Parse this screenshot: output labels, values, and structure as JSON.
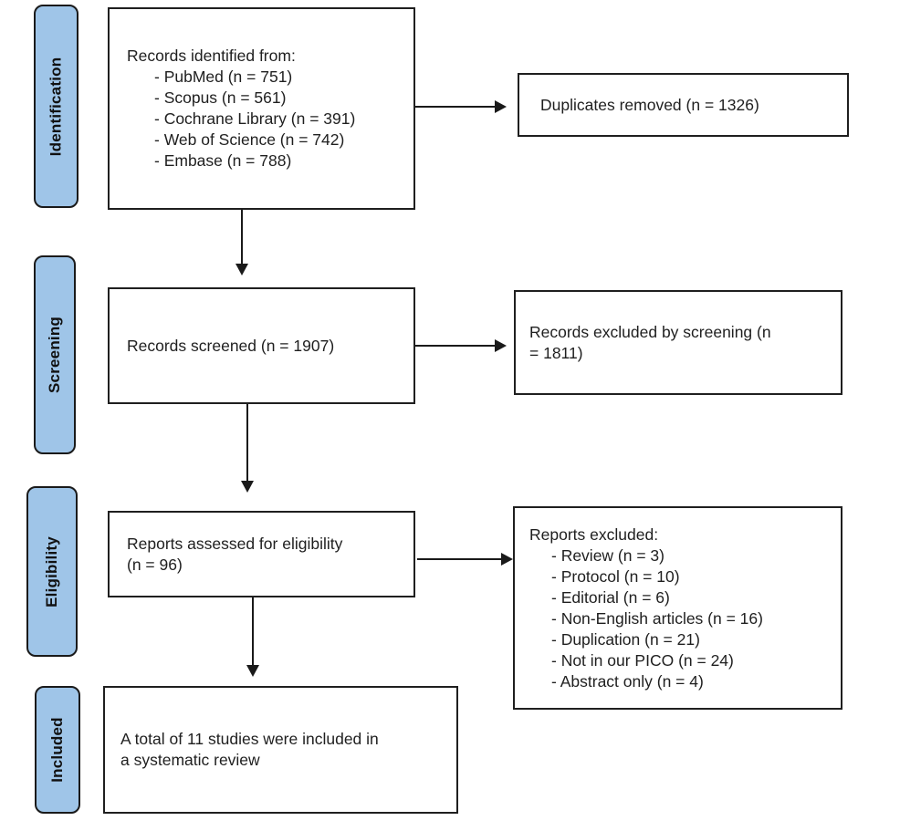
{
  "colors": {
    "stage_fill": "#9fc5e8",
    "stage_border": "#1a1a1a",
    "box_border": "#1f1f1f",
    "arrow": "#1a1a1a",
    "text": "#1f1f1f",
    "background": "#ffffff"
  },
  "stages": [
    {
      "label": "Identification"
    },
    {
      "label": "Screening"
    },
    {
      "label": "Eligibility"
    },
    {
      "label": "Included"
    }
  ],
  "boxes": {
    "identified": {
      "title": "Records identified from:",
      "items": [
        "- PubMed (n = 751)",
        "- Scopus (n = 561)",
        "- Cochrane Library (n = 391)",
        "- Web of Science (n = 742)",
        "- Embase (n = 788)"
      ]
    },
    "duplicates": {
      "text": "Duplicates removed (n = 1326)"
    },
    "screened": {
      "text": "Records screened (n = 1907)"
    },
    "excluded_screening": {
      "lines": [
        "Records excluded by screening (n",
        "= 1811)"
      ]
    },
    "assessed": {
      "lines": [
        "Reports assessed for eligibility",
        "(n = 96)"
      ]
    },
    "reports_excluded": {
      "title": "Reports excluded:",
      "items": [
        "- Review (n = 3)",
        "- Protocol (n = 10)",
        "- Editorial (n = 6)",
        "- Non-English articles (n = 16)",
        "- Duplication (n = 21)",
        "- Not in our PICO (n = 24)",
        "- Abstract only (n = 4)"
      ]
    },
    "included": {
      "lines": [
        "A total of 11 studies were included in",
        "a systematic review"
      ]
    }
  }
}
